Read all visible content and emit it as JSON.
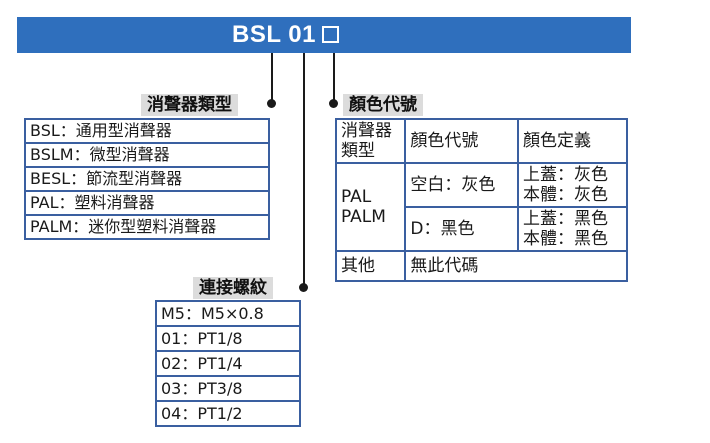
{
  "header": {
    "code": "BSL 01"
  },
  "silencer_type": {
    "label": "消聲器類型",
    "items": [
      "BSL：通用型消聲器",
      "BSLM：微型消聲器",
      "BESL：節流型消聲器",
      "PAL：塑料消聲器",
      "PALM：迷你型塑料消聲器"
    ]
  },
  "color_code": {
    "label": "顏色代號",
    "head": {
      "type_l1": "消聲器",
      "type_l2": "類型",
      "code": "顏色代號",
      "definition": "顏色定義"
    },
    "group_name_l1": "PAL",
    "group_name_l2": "PALM",
    "rows": [
      {
        "code": "空白：灰色",
        "def_l1": "上蓋：灰色",
        "def_l2": "本體：灰色"
      },
      {
        "code": "D：黑色",
        "def_l1": "上蓋：黑色",
        "def_l2": "本體：黑色"
      }
    ],
    "other": {
      "type": "其他",
      "code": "無此代碼"
    }
  },
  "thread": {
    "label": "連接螺紋",
    "items": [
      "M5：M5×0.8",
      "01：PT1/8",
      "02：PT1/4",
      "03：PT3/8",
      "04：PT1/2"
    ]
  }
}
